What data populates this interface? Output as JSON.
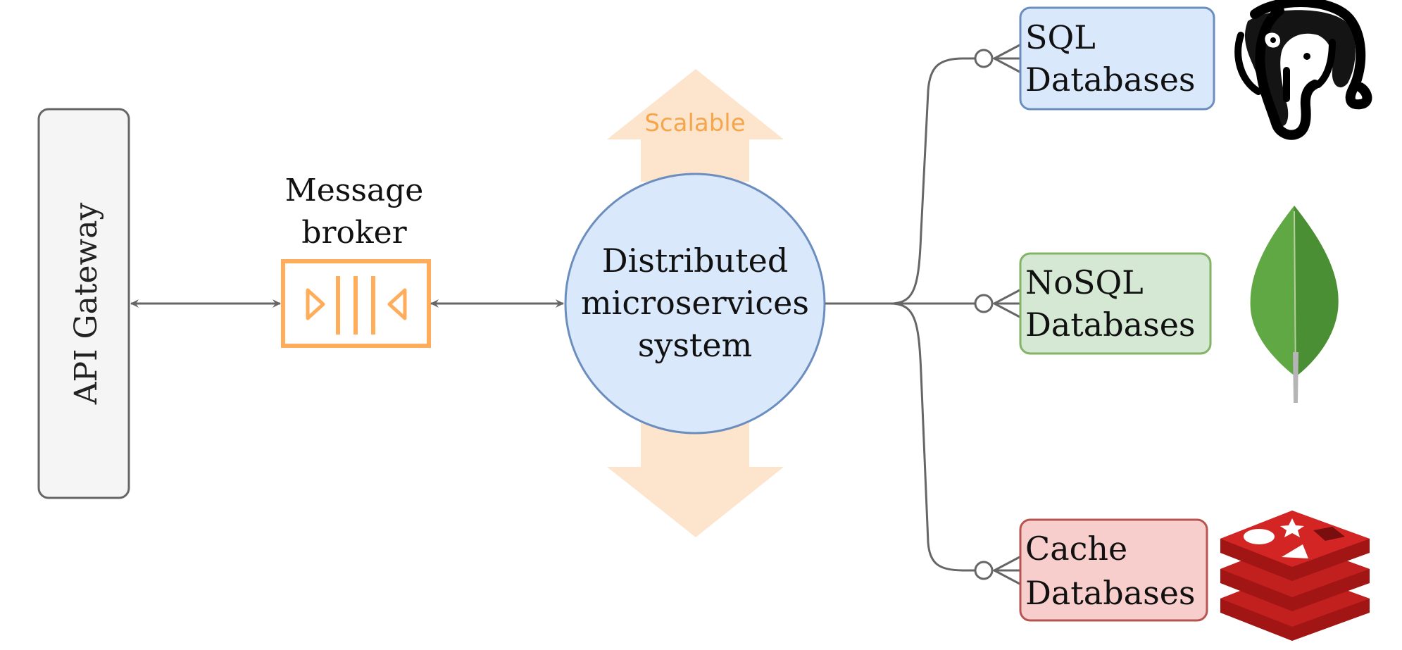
{
  "diagram": {
    "api_gateway": {
      "label": "API Gateway"
    },
    "message_broker": {
      "label_line1": "Message",
      "label_line2": "broker"
    },
    "core": {
      "line1": "Distributed",
      "line2": "microservices",
      "line3": "system"
    },
    "scalable_label": "Scalable",
    "databases": [
      {
        "line1": "SQL",
        "line2": "Databases",
        "icon": "postgresql-elephant-icon"
      },
      {
        "line1": "NoSQL",
        "line2": "Databases",
        "icon": "mongodb-leaf-icon"
      },
      {
        "line1": "Cache",
        "line2": "Databases",
        "icon": "redis-stack-icon"
      }
    ]
  },
  "colors": {
    "connector": "#666666",
    "gateway_fill": "#f5f5f5",
    "gateway_stroke": "#666666",
    "broker": "#ffad5a",
    "scalable_arrow": "#fde5cd",
    "scalable_text": "#f5a54a",
    "core_fill": "#dae8fc",
    "core_stroke": "#6c8ebf",
    "sql_fill": "#dae8fc",
    "sql_stroke": "#6c8ebf",
    "nosql_fill": "#d5e8d4",
    "nosql_stroke": "#82b366",
    "cache_fill": "#f8cecc",
    "cache_stroke": "#b85450",
    "postgres_black": "#000000",
    "mongo_green": "#5fa843",
    "mongo_dark": "#4a8f33",
    "redis_red": "#c21f1f"
  }
}
